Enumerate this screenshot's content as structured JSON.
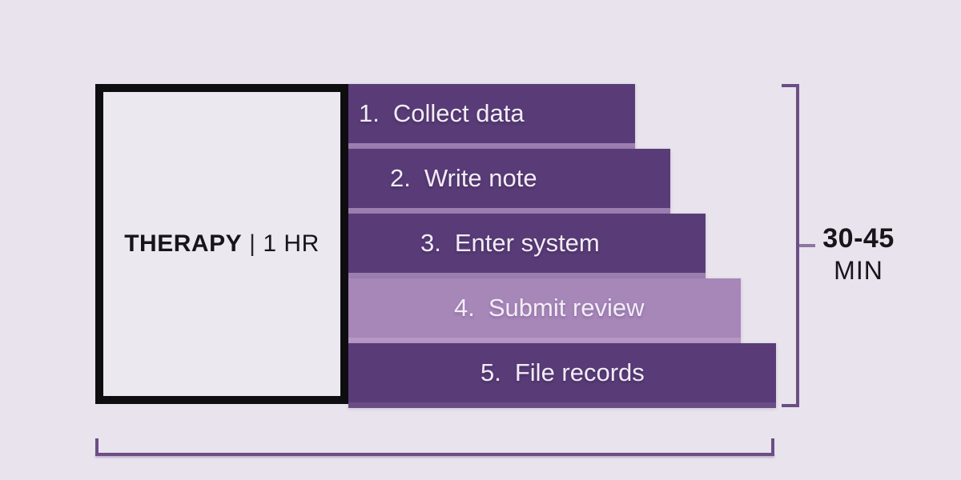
{
  "diagram": {
    "session_box": {
      "title": "THERAPY",
      "separator": "|",
      "duration": "1 HR"
    },
    "steps": [
      {
        "num": "1.",
        "label": "Collect data"
      },
      {
        "num": "2.",
        "label": "Write note"
      },
      {
        "num": "3.",
        "label": "Enter system"
      },
      {
        "num": "4.",
        "label": "Submit review"
      },
      {
        "num": "5.",
        "label": "File records"
      }
    ],
    "time_label": {
      "range": "30-45",
      "unit": "MIN"
    },
    "colors": {
      "background": "#e8e3ec",
      "bar_dark": "#593c77",
      "bar_dark_bevel": "#9c7eb1",
      "bar_highlight": "#a786b8",
      "bar_highlight_bevel": "#b797c6",
      "bracket": "#6b4e86",
      "box_border": "#0e0d10",
      "text_dark": "#17151a",
      "text_light": "#f2ecf6"
    }
  }
}
